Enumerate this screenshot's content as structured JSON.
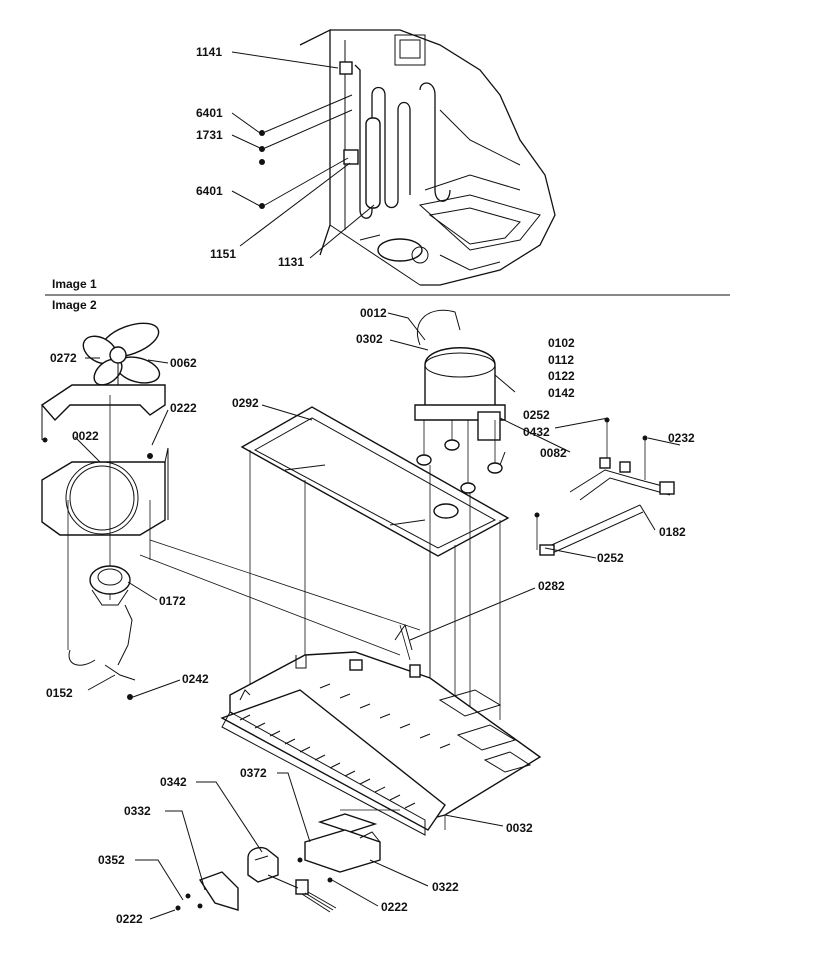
{
  "sections": {
    "image1": "Image 1",
    "image2": "Image 2"
  },
  "image1_labels": {
    "p1141": "1141",
    "p6401a": "6401",
    "p1731": "1731",
    "p6401b": "6401",
    "p1151": "1151",
    "p1131": "1131"
  },
  "image2_labels": {
    "p0012": "0012",
    "p0302": "0302",
    "p0102": "0102",
    "p0112": "0112",
    "p0122": "0122",
    "p0142": "0142",
    "p0292": "0292",
    "p0252a": "0252",
    "p0432": "0432",
    "p0232": "0232",
    "p0082": "0082",
    "p0182": "0182",
    "p0252b": "0252",
    "p0282": "0282",
    "p0272": "0272",
    "p0062": "0062",
    "p0222a": "0222",
    "p0022": "0022",
    "p0172": "0172",
    "p0152": "0152",
    "p0242": "0242",
    "p0032": "0032",
    "p0342": "0342",
    "p0372": "0372",
    "p0332": "0332",
    "p0352": "0352",
    "p0322": "0322",
    "p0222b": "0222",
    "p0222c": "0222"
  }
}
